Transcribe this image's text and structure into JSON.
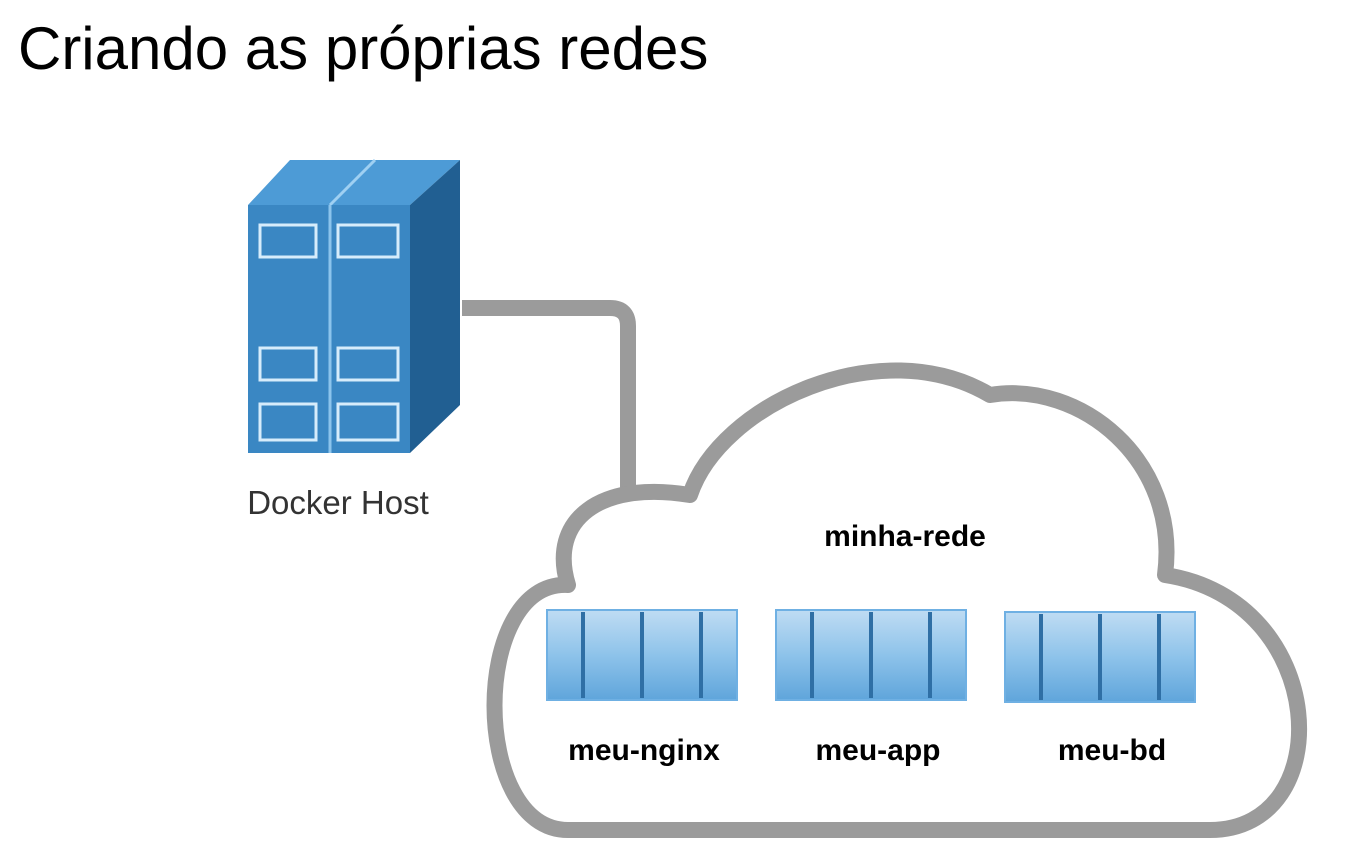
{
  "title": "Criando as próprias redes",
  "host": {
    "label": "Docker Host",
    "icon": "server-rack-icon"
  },
  "network": {
    "label": "minha-rede",
    "icon": "cloud-icon"
  },
  "containers": [
    {
      "label": "meu-nginx",
      "icon": "container-icon"
    },
    {
      "label": "meu-app",
      "icon": "container-icon"
    },
    {
      "label": "meu-bd",
      "icon": "container-icon"
    }
  ],
  "colors": {
    "server_front": "#3a87c3",
    "server_side": "#215f92",
    "server_top": "#4d9bd6",
    "cloud_stroke": "#9b9b9b",
    "link_stroke": "#9b9b9b",
    "container_fill": "#8ec3ea",
    "container_divider": "#2f6fa5"
  }
}
